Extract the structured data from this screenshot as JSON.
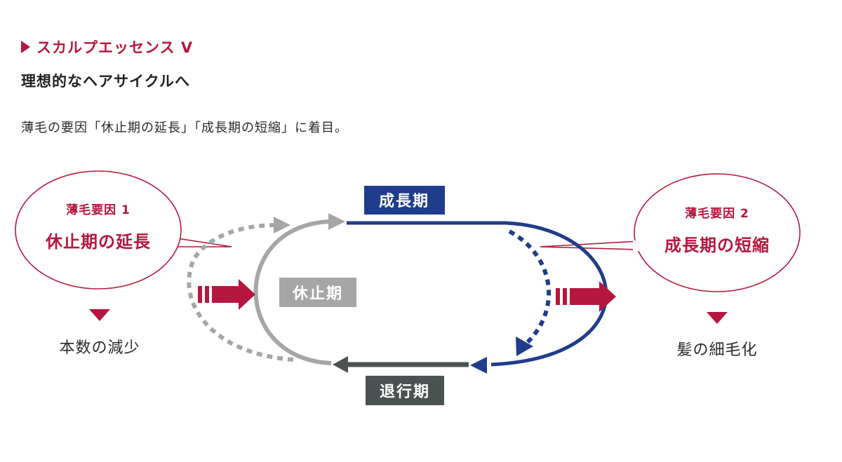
{
  "header": {
    "section_title": "スカルプエッセンス V",
    "subtitle": "理想的なヘアサイクルへ",
    "lead": "薄毛の要因「休止期の延長」「成長期の短縮」に着目。"
  },
  "left_bubble": {
    "label": "薄毛要因 1",
    "title": "休止期の延長",
    "result": "本数の減少"
  },
  "right_bubble": {
    "label": "薄毛要因 2",
    "title": "成長期の短縮",
    "result": "髪の細毛化"
  },
  "phases": {
    "growth": "成長期",
    "resting": "休止期",
    "regression": "退行期"
  },
  "colors": {
    "accent": "#b5173f",
    "growth": "#1f3d8a",
    "resting": "#a6a6a6",
    "regression": "#4b5252"
  }
}
